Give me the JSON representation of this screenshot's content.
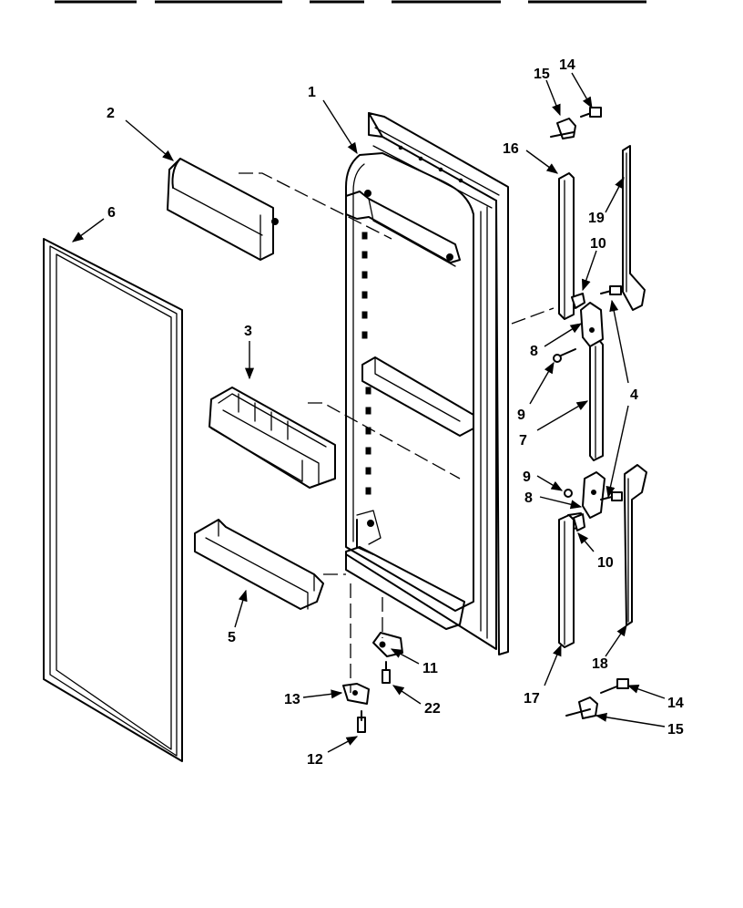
{
  "callouts": {
    "c1": "1",
    "c2": "2",
    "c3": "3",
    "c4": "4",
    "c5": "5",
    "c6": "6",
    "c7": "7",
    "c8a": "8",
    "c8b": "8",
    "c9a": "9",
    "c9b": "9",
    "c10a": "10",
    "c10b": "10",
    "c11": "11",
    "c12": "12",
    "c13": "13",
    "c14a": "14",
    "c14b": "14",
    "c15a": "15",
    "c15b": "15",
    "c16": "16",
    "c17": "17",
    "c18": "18",
    "c19": "19",
    "c22": "22"
  }
}
